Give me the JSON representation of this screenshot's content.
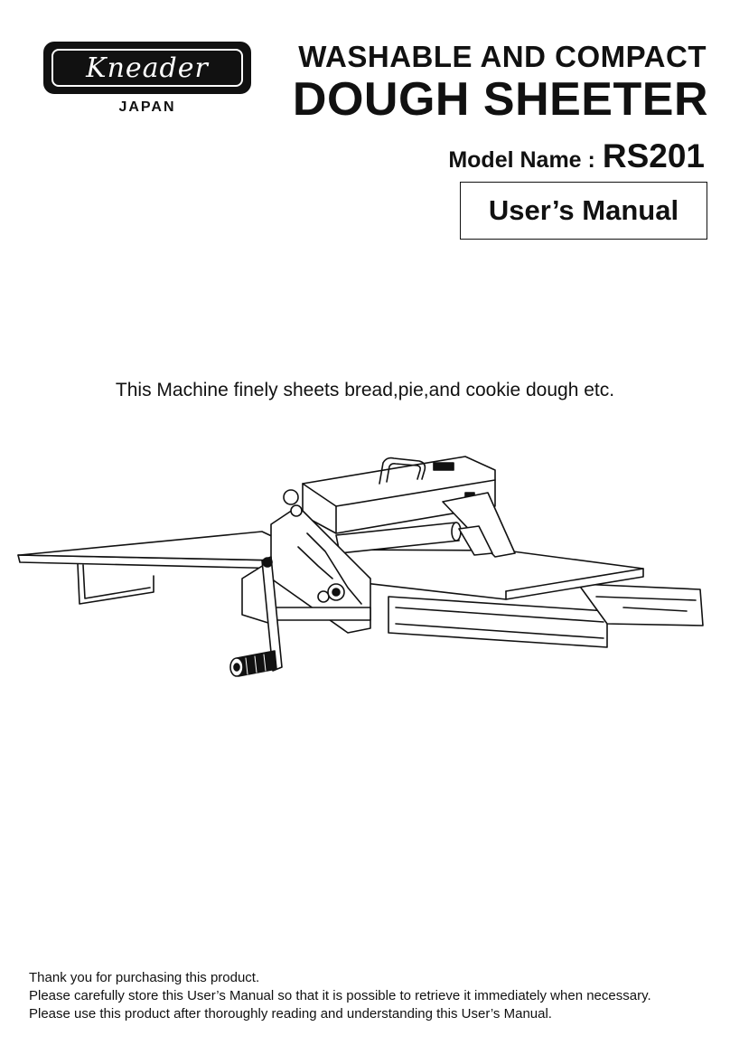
{
  "logo": {
    "brand": "Kneader",
    "country": "JAPAN"
  },
  "header": {
    "line1": "WASHABLE AND COMPACT",
    "line2": "DOUGH SHEETER",
    "model_label": "Model Name :",
    "model_value": "RS201",
    "manual_label": "User’s Manual"
  },
  "tagline": "This Machine finely sheets bread,pie,and cookie dough etc.",
  "footer": {
    "lines": [
      "Thank you for purchasing this product.",
      "Please carefully store this User’s Manual so that it is possible to retrieve it immediately when necessary.",
      "Please use this product after thoroughly reading and understanding this User’s Manual."
    ]
  }
}
